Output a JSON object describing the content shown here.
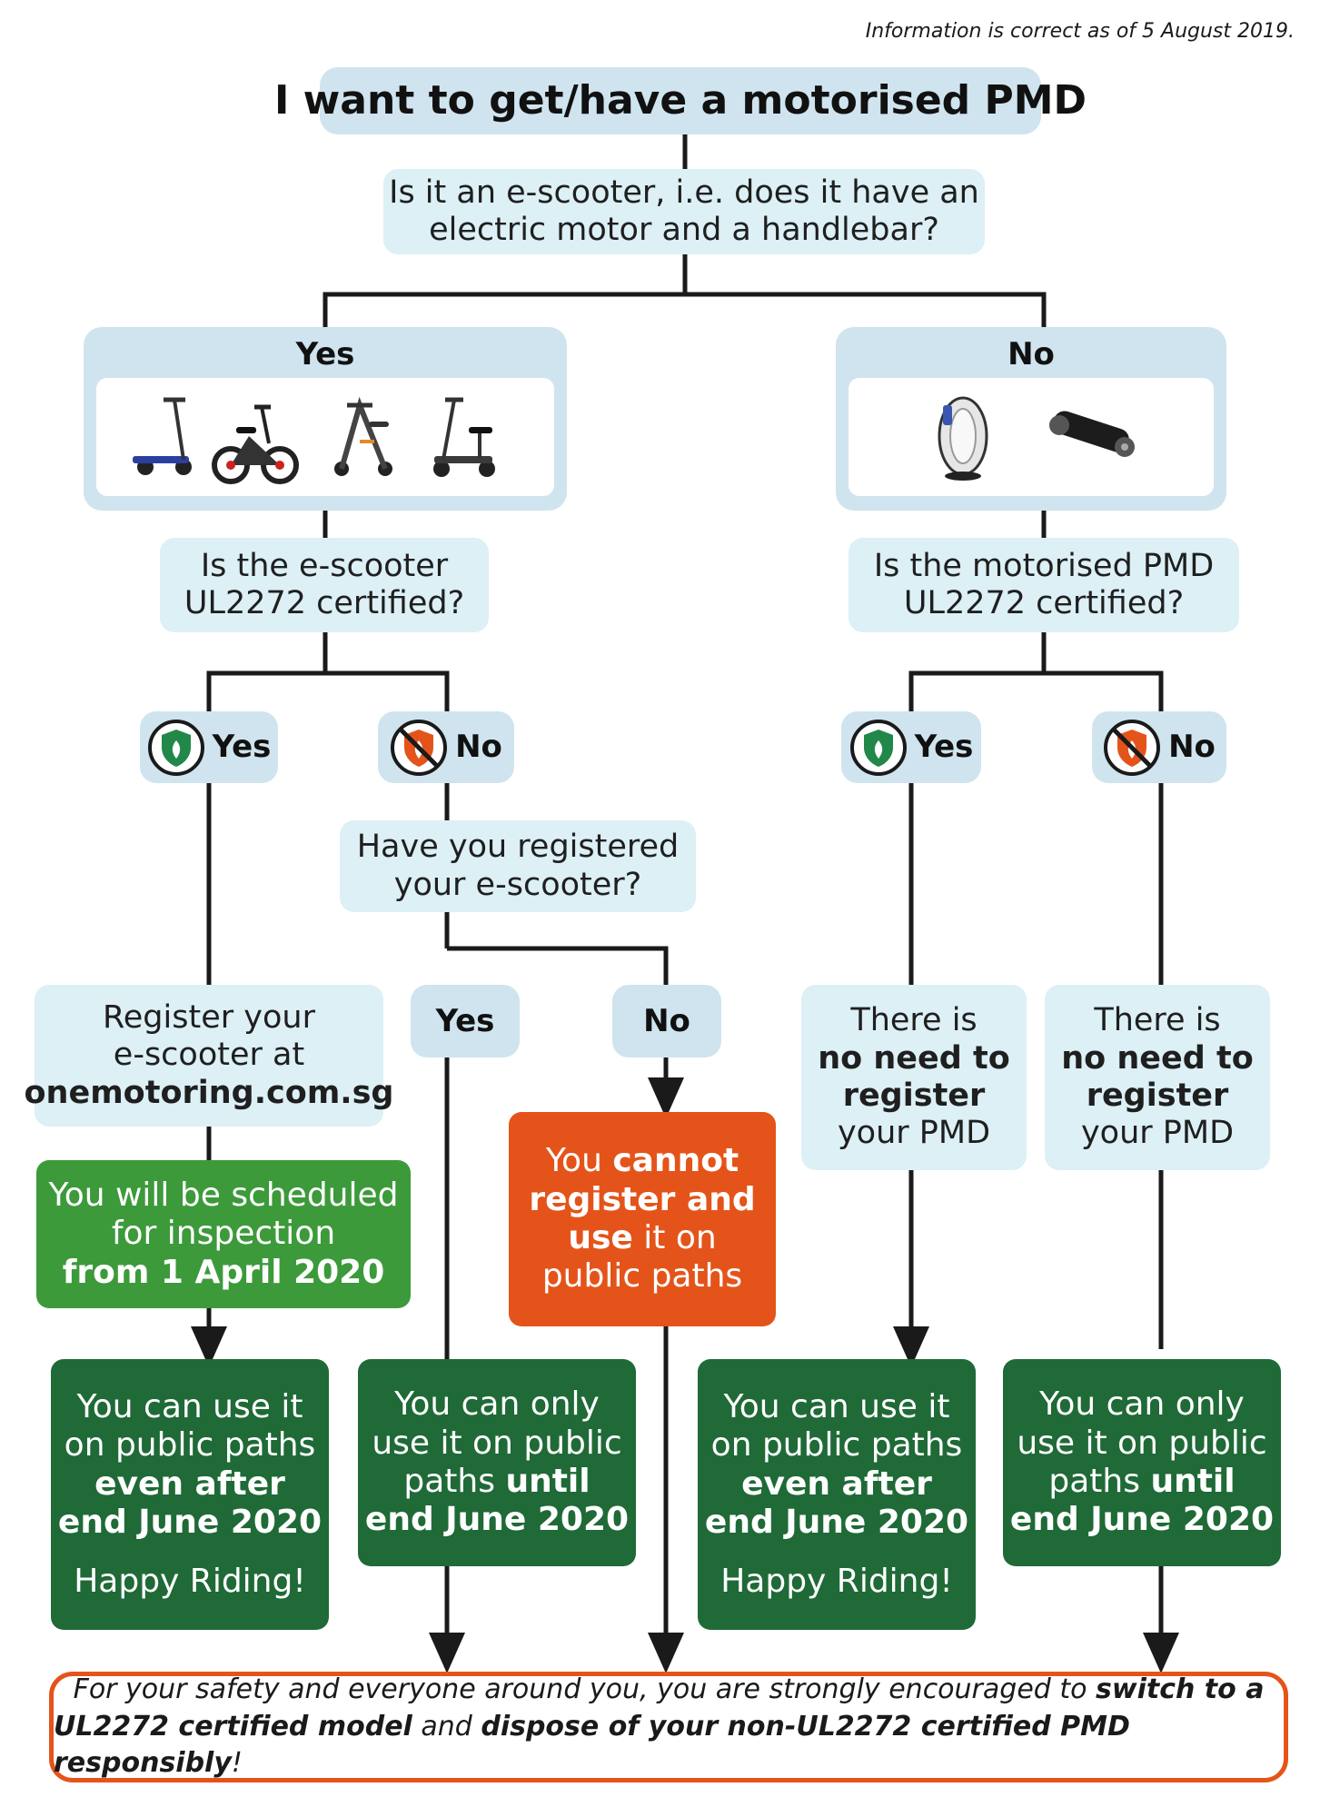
{
  "note": "Information is correct as of 5 August 2019.",
  "title": "I want to get/have a motorised PMD",
  "q1": [
    "Is it an e-scooter, i.e. does it have an",
    "electric motor and a handlebar?"
  ],
  "branch_yes": "Yes",
  "branch_no": "No",
  "q2_left": [
    "Is the e-scooter",
    "UL2272 certified?"
  ],
  "q2_right": [
    "Is the motorised PMD",
    "UL2272 certified?"
  ],
  "cert_yes": "Yes",
  "cert_no": "No",
  "q3": [
    "Have you registered",
    "your e-scooter?"
  ],
  "reg_yes": "Yes",
  "reg_no": "No",
  "register": {
    "line1": "Register your",
    "line2": "e-scooter at",
    "site": "onemotoring.com.sg"
  },
  "inspection": {
    "line1": "You will be scheduled",
    "line2": "for inspection",
    "line3": "from 1 April 2020"
  },
  "cannot": {
    "a1": "You ",
    "a2": "cannot",
    "b": "register and",
    "c1": "use",
    "c2": " it on",
    "d": "public paths"
  },
  "no_need": {
    "l1": "There is",
    "l2": "no need to",
    "l3": "register",
    "l4": "your PMD"
  },
  "can_use": {
    "l1": "You can use it",
    "l2": "on public paths",
    "l3": "even after",
    "l4": "end June 2020",
    "l5": "Happy Riding!"
  },
  "can_only": {
    "l1": "You can only",
    "l2": "use it on public",
    "l3a": "paths ",
    "l3b": "until",
    "l4": "end June 2020"
  },
  "footer": {
    "l1a": "For your safety and everyone around you, you are strongly encouraged to ",
    "l1b": "switch to a",
    "l2a": "UL2272 certified model",
    "l2b": " and ",
    "l2c": "dispose of your non-UL2272 certified PMD responsibly",
    "l2d": "!"
  },
  "colors": {
    "light_blue": "#dcf0f6",
    "mid_blue": "#cfe4ee",
    "dark_green": "#1f6a37",
    "light_green": "#3c9a3a",
    "orange": "#e4541a"
  },
  "icons": [
    "e-scooter-icon",
    "e-bike-icon",
    "folding-scooter-icon",
    "seated-scooter-icon",
    "unicycle-icon",
    "hoverboard-icon",
    "certified-shield-icon",
    "not-certified-shield-icon"
  ]
}
